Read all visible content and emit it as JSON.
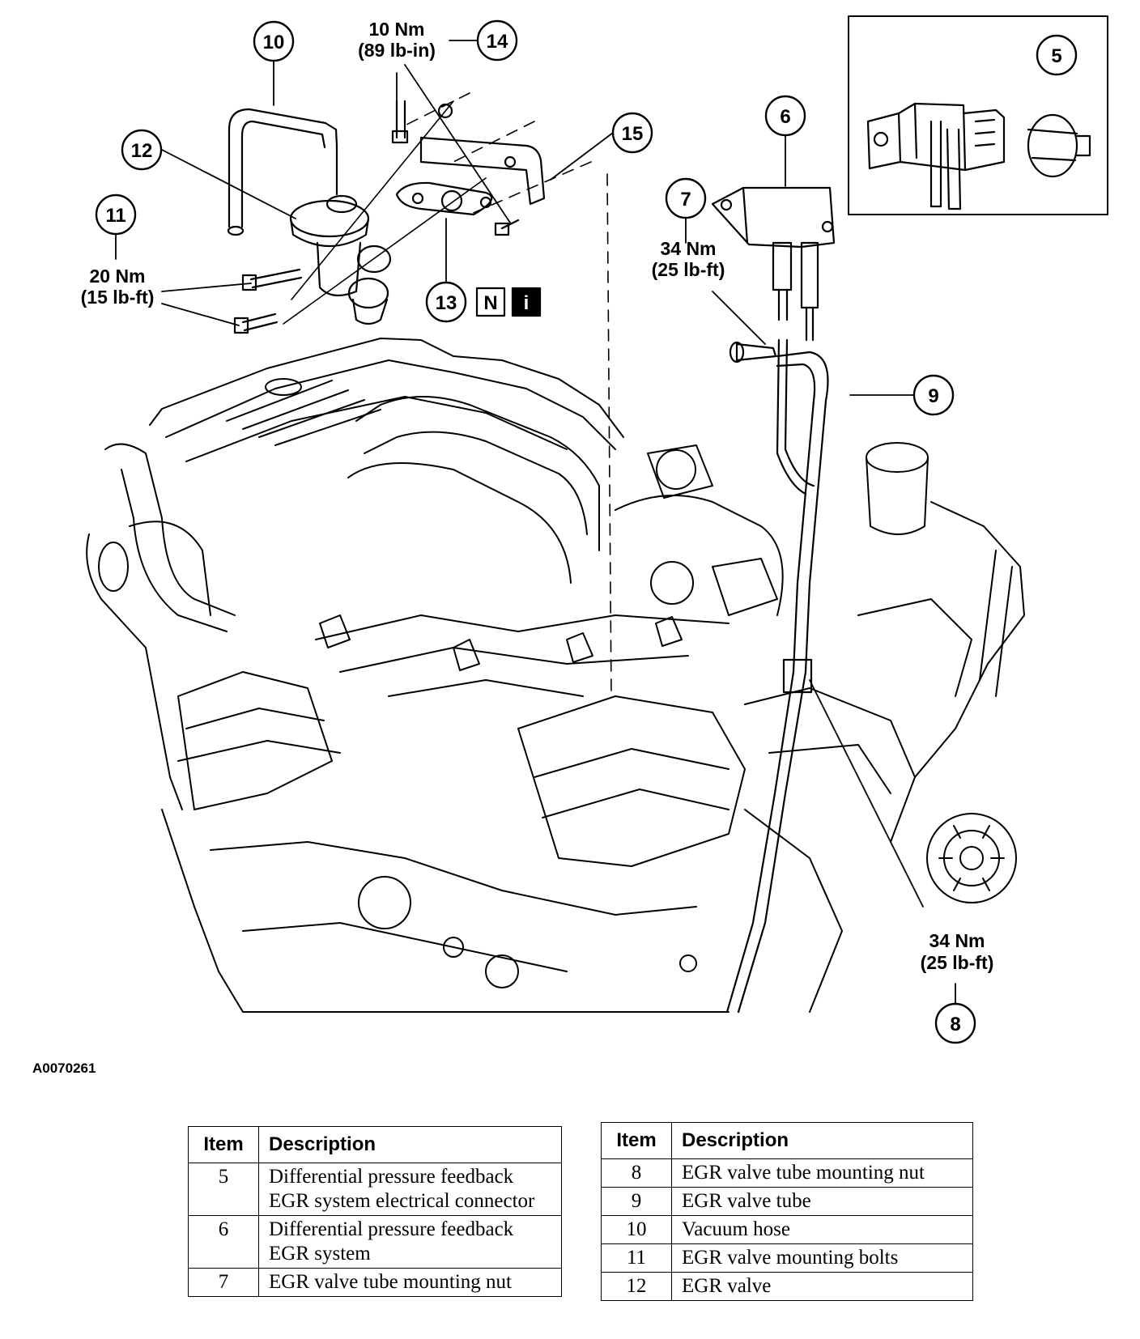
{
  "figure_id": "A0070261",
  "callouts": {
    "c5": "5",
    "c6": "6",
    "c7": "7",
    "c8": "8",
    "c9": "9",
    "c10": "10",
    "c11": "11",
    "c12": "12",
    "c13": "13",
    "c14": "14",
    "c15": "15"
  },
  "torque": {
    "t14_nm": "10 Nm",
    "t14_imp": "(89 lb-in)",
    "t11_nm": "20 Nm",
    "t11_imp": "(15 lb-ft)",
    "t7_nm": "34 Nm",
    "t7_imp": "(25 lb-ft)",
    "t8_nm": "34 Nm",
    "t8_imp": "(25 lb-ft)"
  },
  "badges": {
    "n": "N",
    "i": "i"
  },
  "legend_left": {
    "header_item": "Item",
    "header_desc": "Description",
    "rows": [
      {
        "item": "5",
        "desc": "Differential pressure feedback EGR system electrical connector"
      },
      {
        "item": "6",
        "desc": "Differential pressure feedback EGR system"
      },
      {
        "item": "7",
        "desc": "EGR valve tube mounting nut"
      }
    ]
  },
  "legend_right": {
    "header_item": "Item",
    "header_desc": "Description",
    "rows": [
      {
        "item": "8",
        "desc": "EGR valve tube mounting nut"
      },
      {
        "item": "9",
        "desc": "EGR valve tube"
      },
      {
        "item": "10",
        "desc": "Vacuum hose"
      },
      {
        "item": "11",
        "desc": "EGR valve mounting bolts"
      },
      {
        "item": "12",
        "desc": "EGR valve"
      }
    ]
  }
}
